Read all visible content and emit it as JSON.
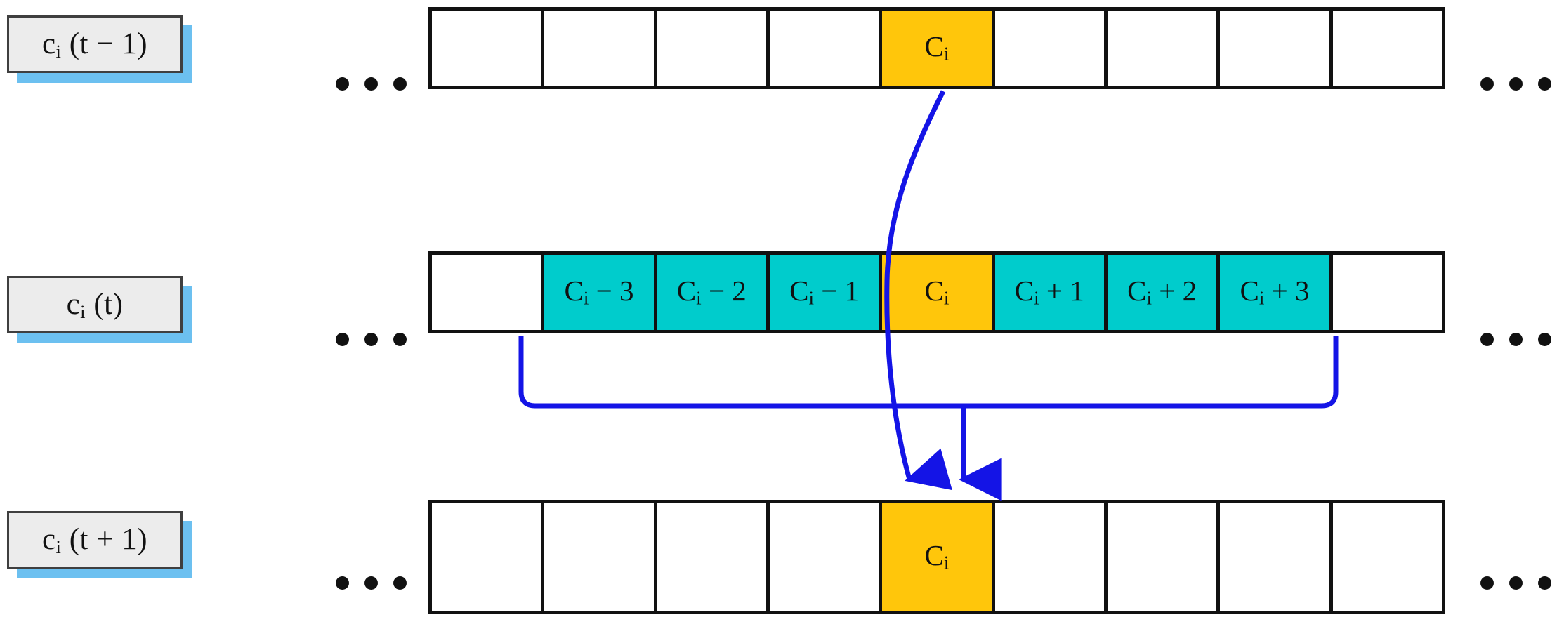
{
  "diagram": {
    "title": "Cellular automaton neighbourhood update diagram",
    "colors": {
      "focus_cell": "#ffc60b",
      "neighbourhood_cell": "#00cccc",
      "arrow": "#1414e6",
      "label_shadow": "#6cc0f0",
      "label_fill": "#ececec",
      "grid_line": "#111111"
    },
    "ellipsis_char": "•"
  },
  "rows": [
    {
      "id": "previous",
      "label_html": "c<sub>i</sub> (t − 1)",
      "label_plain": "ci (t - 1)",
      "left_ellipsis": "...",
      "right_ellipsis": "...",
      "cells": [
        {
          "text": "",
          "state": "empty"
        },
        {
          "text": "",
          "state": "empty"
        },
        {
          "text": "",
          "state": "empty"
        },
        {
          "text": "",
          "state": "empty"
        },
        {
          "text": "Ci",
          "state": "focus"
        },
        {
          "text": "",
          "state": "empty"
        },
        {
          "text": "",
          "state": "empty"
        },
        {
          "text": "",
          "state": "empty"
        },
        {
          "text": "",
          "state": "empty"
        }
      ]
    },
    {
      "id": "current",
      "label_html": "c<sub>i</sub> (t)",
      "label_plain": "ci (t)",
      "left_ellipsis": "...",
      "right_ellipsis": "...",
      "cells": [
        {
          "text": "",
          "state": "empty"
        },
        {
          "text": "Ci − 3",
          "state": "neighbour"
        },
        {
          "text": "Ci − 2",
          "state": "neighbour"
        },
        {
          "text": "Ci − 1",
          "state": "neighbour"
        },
        {
          "text": "Ci",
          "state": "focus"
        },
        {
          "text": "Ci + 1",
          "state": "neighbour"
        },
        {
          "text": "Ci + 2",
          "state": "neighbour"
        },
        {
          "text": "Ci + 3",
          "state": "neighbour"
        },
        {
          "text": "",
          "state": "empty"
        }
      ]
    },
    {
      "id": "next",
      "label_html": "c<sub>i</sub> (t + 1)",
      "label_plain": "ci (t + 1)",
      "left_ellipsis": "...",
      "right_ellipsis": "...",
      "cells": [
        {
          "text": "",
          "state": "empty"
        },
        {
          "text": "",
          "state": "empty"
        },
        {
          "text": "",
          "state": "empty"
        },
        {
          "text": "",
          "state": "empty"
        },
        {
          "text": "Ci",
          "state": "focus"
        },
        {
          "text": "",
          "state": "empty"
        },
        {
          "text": "",
          "state": "empty"
        },
        {
          "text": "",
          "state": "empty"
        },
        {
          "text": "",
          "state": "empty"
        }
      ]
    }
  ],
  "connectors": [
    {
      "name": "self-state-arrow",
      "from": "previous-row-focus-cell",
      "to": "next-row-focus-cell",
      "style": "curved-arrow"
    },
    {
      "name": "neighbourhood-bracket-arrow",
      "from": "current-row-neighbourhood-cells",
      "to": "next-row-focus-cell",
      "style": "bracket-with-arrow"
    }
  ]
}
